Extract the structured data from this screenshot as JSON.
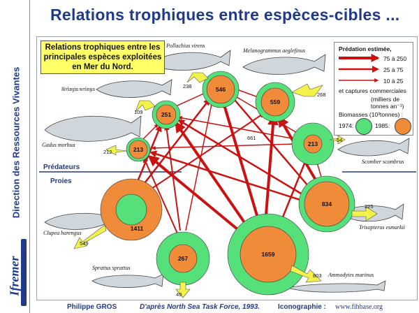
{
  "sidebar": {
    "text": "Direction des Ressources Vivantes",
    "logo": "Ifremer"
  },
  "title": "Relations trophiques entre espèces-cibles ...",
  "info_box": "Relations trophiques entre les principales espèces exploitées en Mer du Nord.",
  "sections": {
    "predators": "Prédateurs",
    "prey": "Proies"
  },
  "legend": {
    "title": "Prédation estimée,",
    "rows": [
      "75 à 250",
      "25 à 75",
      "10 à 25"
    ],
    "catch_note": "et captures commerciales",
    "catch_unit": "(milliers de tonnes an⁻¹)",
    "biomass_label": "Biomasses (10³tonnes) :",
    "year_1974": "1974:",
    "year_1985": "1985:",
    "colors": {
      "arrow": "#cc1111",
      "yellow_arrow": "#f2f24a",
      "green": "#55e07a",
      "orange": "#f08b3a"
    }
  },
  "nodes": [
    {
      "id": "haddock",
      "value": "546",
      "species": "Melanogrammus aeglefinus"
    },
    {
      "id": "saithe",
      "value": "559",
      "species": "Pollachius virens"
    },
    {
      "id": "whiting",
      "value": "251",
      "species": "Merlangius merlangus"
    },
    {
      "id": "cod",
      "value": "213",
      "species": "Gadus morhua"
    },
    {
      "id": "mackerel",
      "value": "213",
      "species": "Scomber scombrus"
    },
    {
      "id": "norway-pout",
      "value": "834",
      "species": "Trisopterus esmarkii"
    },
    {
      "id": "herring",
      "value": "1411",
      "species": "Clupea harengus"
    },
    {
      "id": "sprat",
      "value": "267",
      "species": "Sprattus sprattus"
    },
    {
      "id": "sandeel",
      "value": "1659",
      "species": "Ammodytes marinus"
    }
  ],
  "flow_labels": {
    "haddock_catch": "238",
    "saithe_catch": "268",
    "whiting_catch": "109",
    "cod_catch": "212",
    "sandeel_flow": "661",
    "mackerel_catch": "54",
    "pout_catch": "225",
    "herring_catch": "549",
    "sprat_catch": "49",
    "sandeel_catch": "803"
  },
  "footer": {
    "author": "Philippe GROS",
    "source": "D'après North Sea Task Force, 1993.",
    "icono": "Iconographie :",
    "url": "www.fihbase.org"
  }
}
